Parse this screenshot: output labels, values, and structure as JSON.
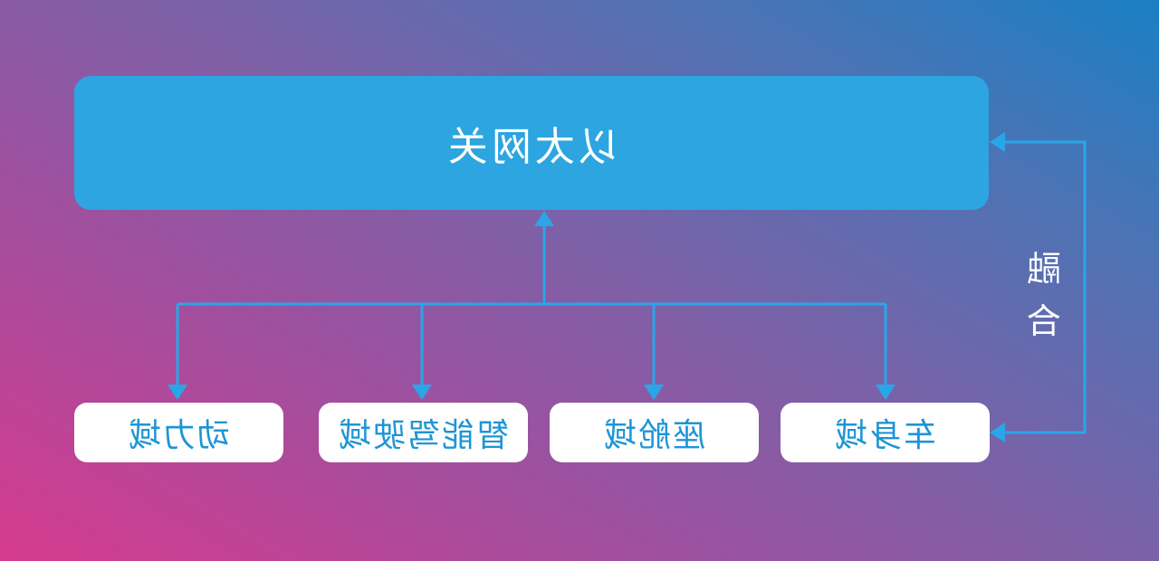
{
  "gateway": {
    "label": "以太网关"
  },
  "domains": [
    {
      "label": "动力域"
    },
    {
      "label": "智能驾驶域"
    },
    {
      "label": "座舱域"
    },
    {
      "label": "车身域"
    }
  ],
  "fusion": {
    "chars": [
      "融",
      "合"
    ]
  },
  "colors": {
    "gateway_fill": "#2ca5e0",
    "line": "#2aa6e8",
    "domain_text": "#1e95d6",
    "bg_start": "#d63a8e",
    "bg_end": "#1a7fc4"
  }
}
